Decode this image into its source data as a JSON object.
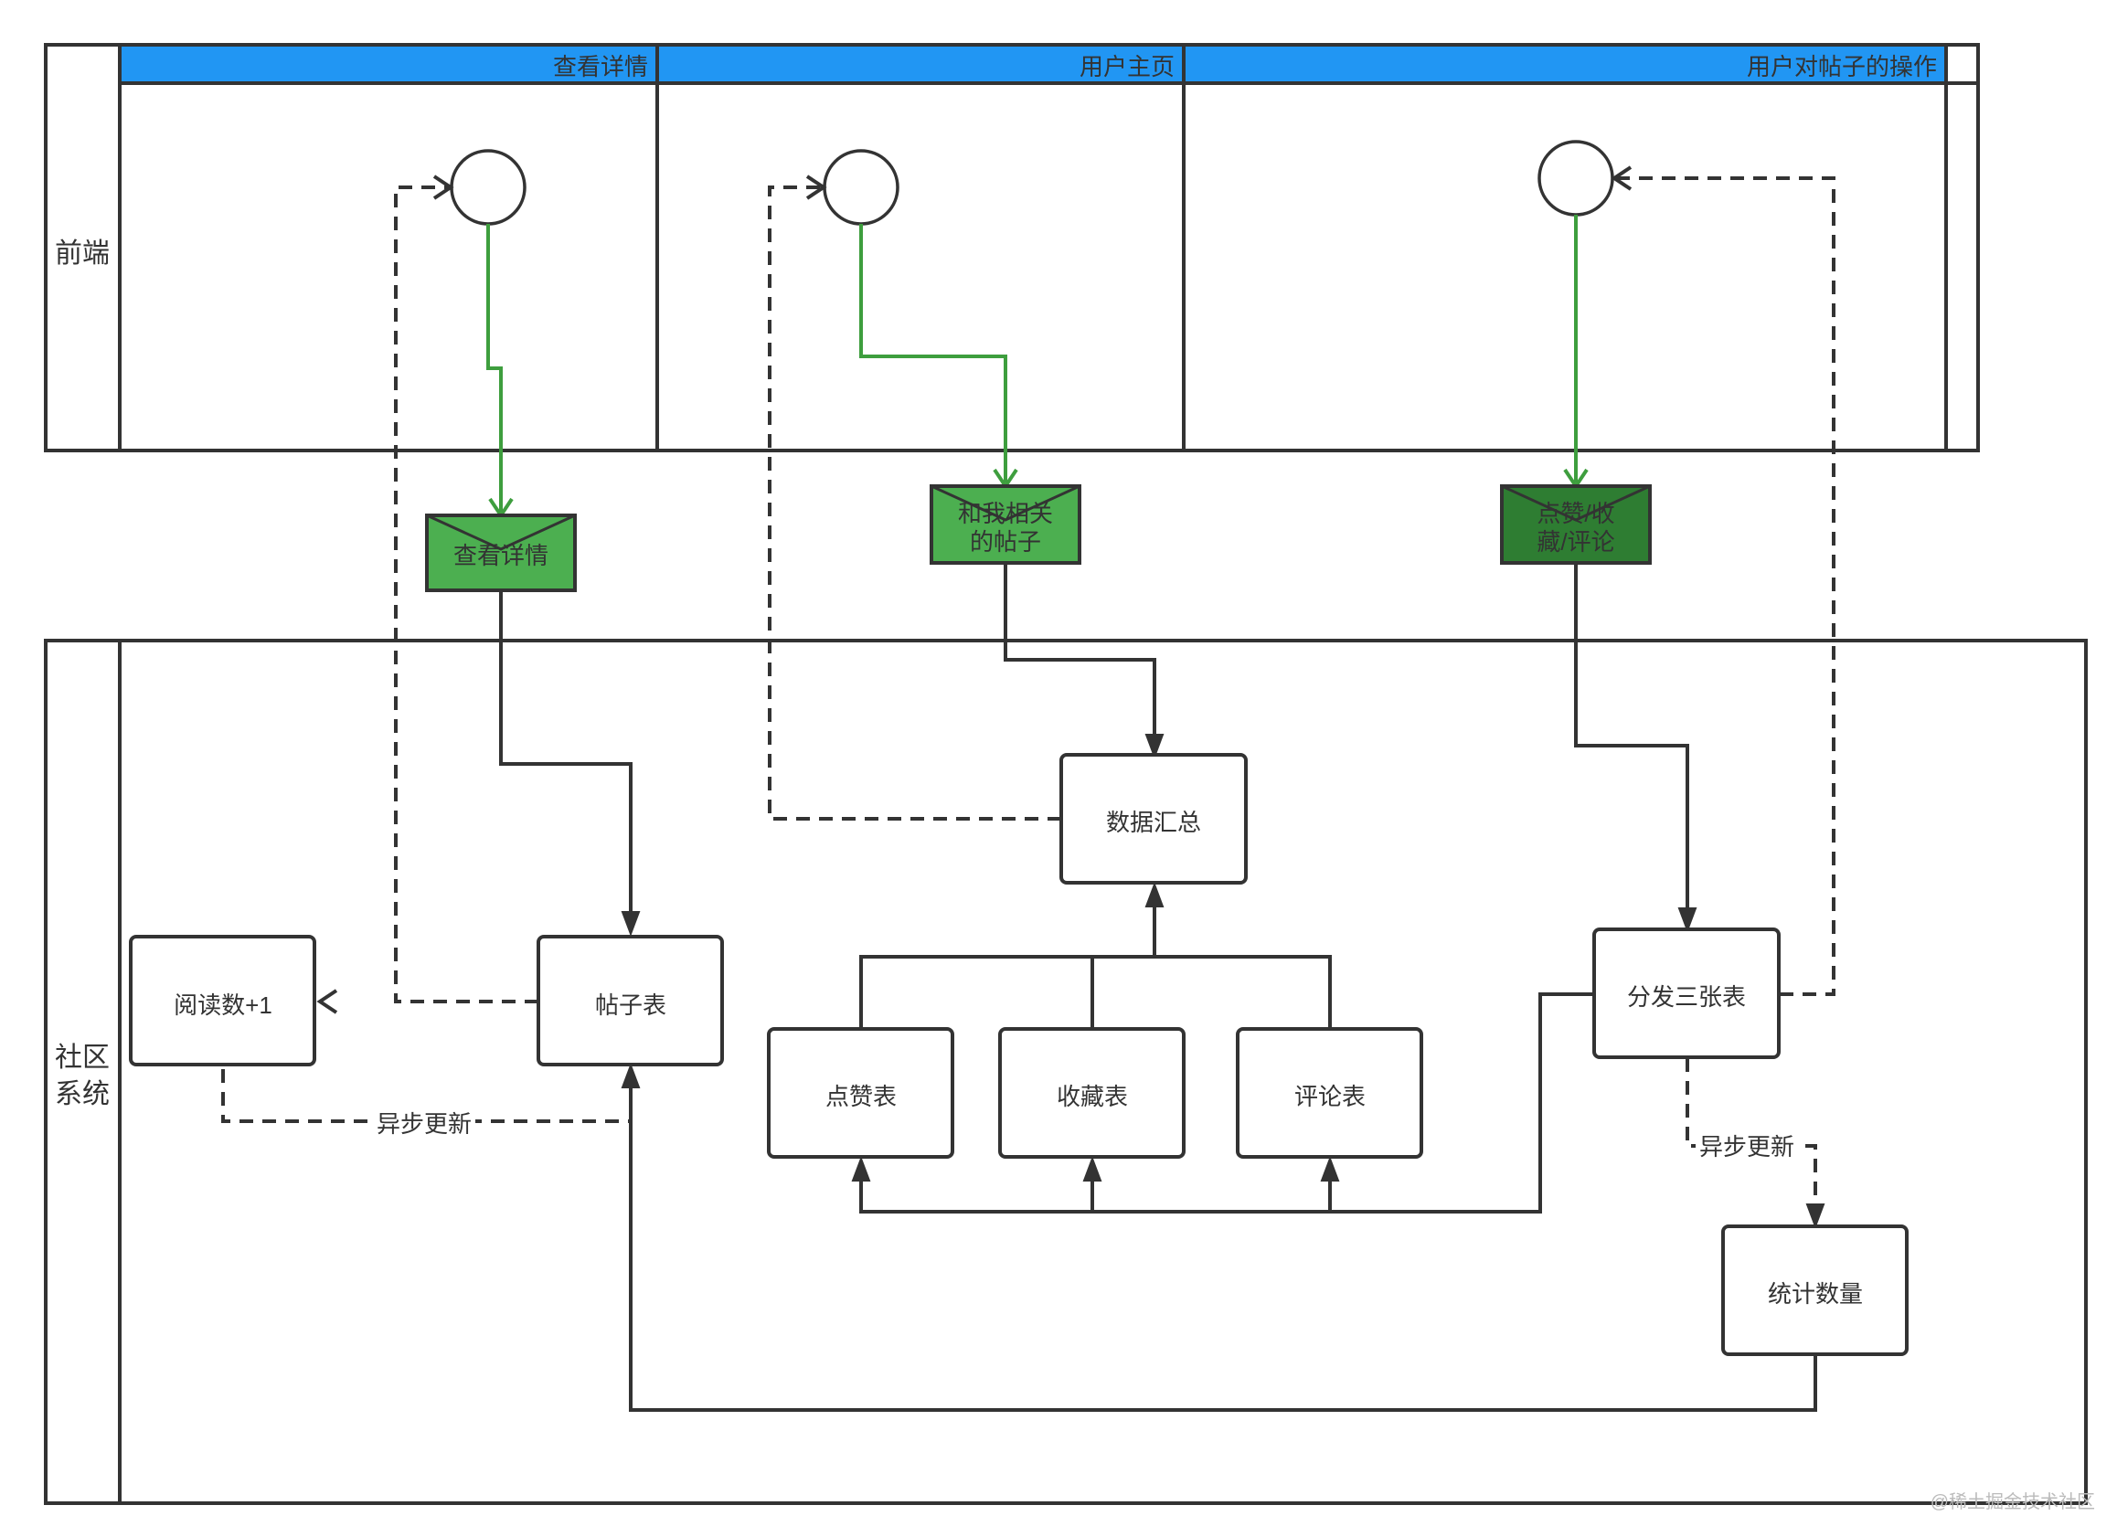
{
  "pools": {
    "frontend": "前端",
    "system": "社区系统"
  },
  "lanes": {
    "detail": "查看详情",
    "homepage": "用户主页",
    "operation": "用户对帖子的操作"
  },
  "messages": {
    "view_detail": "查看详情",
    "related_posts_line1": "和我相关",
    "related_posts_line2": "的帖子",
    "action_line1": "点赞/收",
    "action_line2": "藏/评论"
  },
  "nodes": {
    "read_count": "阅读数+1",
    "post_table": "帖子表",
    "data_summary": "数据汇总",
    "like_table": "点赞表",
    "favorite_table": "收藏表",
    "comment_table": "评论表",
    "distribute_tables": "分发三张表",
    "count_stats": "统计数量"
  },
  "edge_labels": {
    "async_update_left": "异步更新",
    "async_update_right": "异步更新"
  },
  "watermark": "@稀土掘金技术社区",
  "colors": {
    "lane_header": "#2196f3",
    "message_green": "#4caf50",
    "message_dark_green": "#2e7d32",
    "green_flow": "#3e9e3e",
    "stroke": "#333333"
  }
}
